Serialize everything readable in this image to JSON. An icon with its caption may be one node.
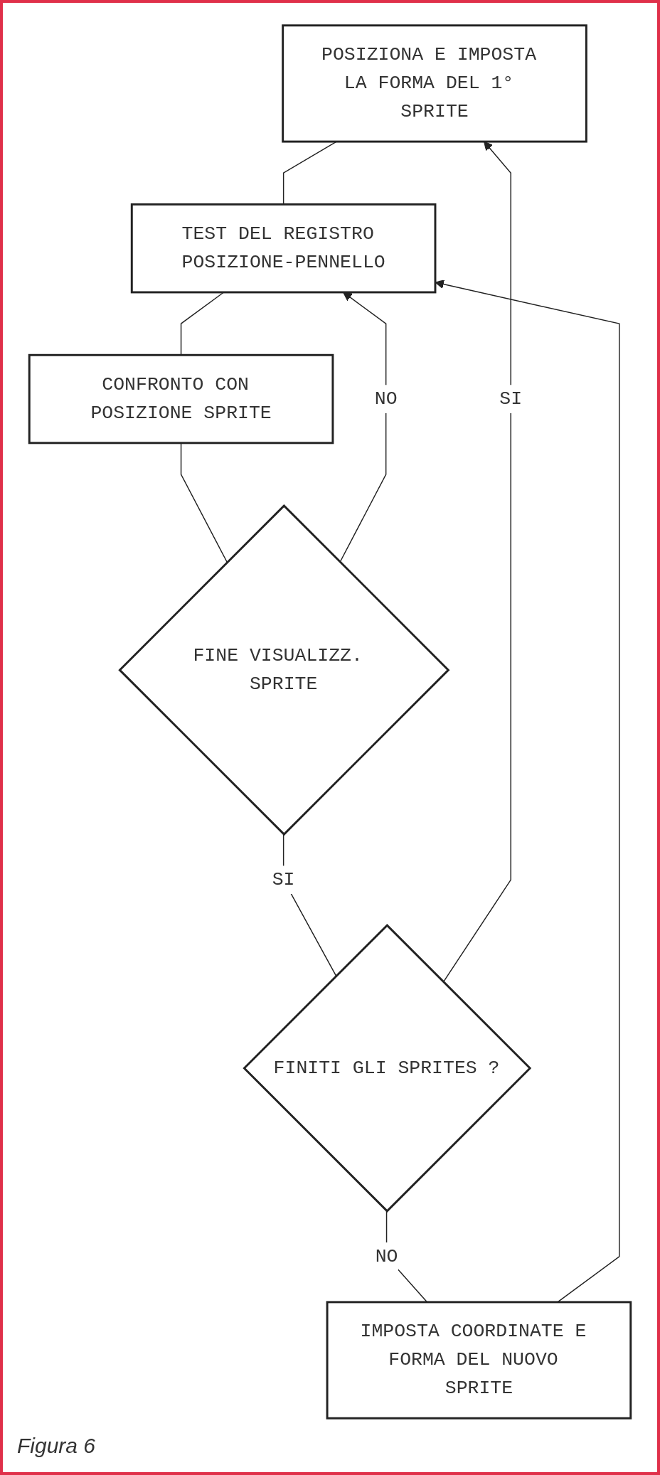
{
  "diagram": {
    "caption": "Figura 6",
    "nodes": [
      {
        "text": [
          "POSIZIONA E IMPOSTA LA FORMA DEL 1° SPRITE"
        ]
      },
      {
        "text": [
          "TEST DEL REGISTRO POSIZIONE-PENNELLO"
        ]
      },
      {
        "text": [
          "CONFRONTO CON POSIZIONE SPRITE"
        ]
      },
      {
        "text": [
          "FINE VISUALIZZ. SPRITE"
        ]
      },
      {
        "text": [
          "FINITI GLI SPRITES ?"
        ]
      },
      {
        "text": [
          "IMPOSTA COORDINATE E FORMA DEL NUOVO SPRITE"
        ]
      }
    ],
    "edges": [
      {
        "from": 0,
        "to": 1,
        "arrow": "none"
      },
      {
        "from": 1,
        "to": 2,
        "arrow": "none"
      },
      {
        "from": 2,
        "to": 3,
        "arrow": "none"
      },
      {
        "from": 3,
        "to": 1,
        "arrow": "to",
        "label": "NO"
      },
      {
        "from": 3,
        "to": 4,
        "arrow": "none",
        "label": "SI"
      },
      {
        "from": 4,
        "to": 0,
        "arrow": "to",
        "label": "SI"
      },
      {
        "from": 4,
        "to": 5,
        "arrow": "none",
        "label": "NO"
      },
      {
        "from": 5,
        "to": 1,
        "arrow": "to"
      }
    ]
  }
}
